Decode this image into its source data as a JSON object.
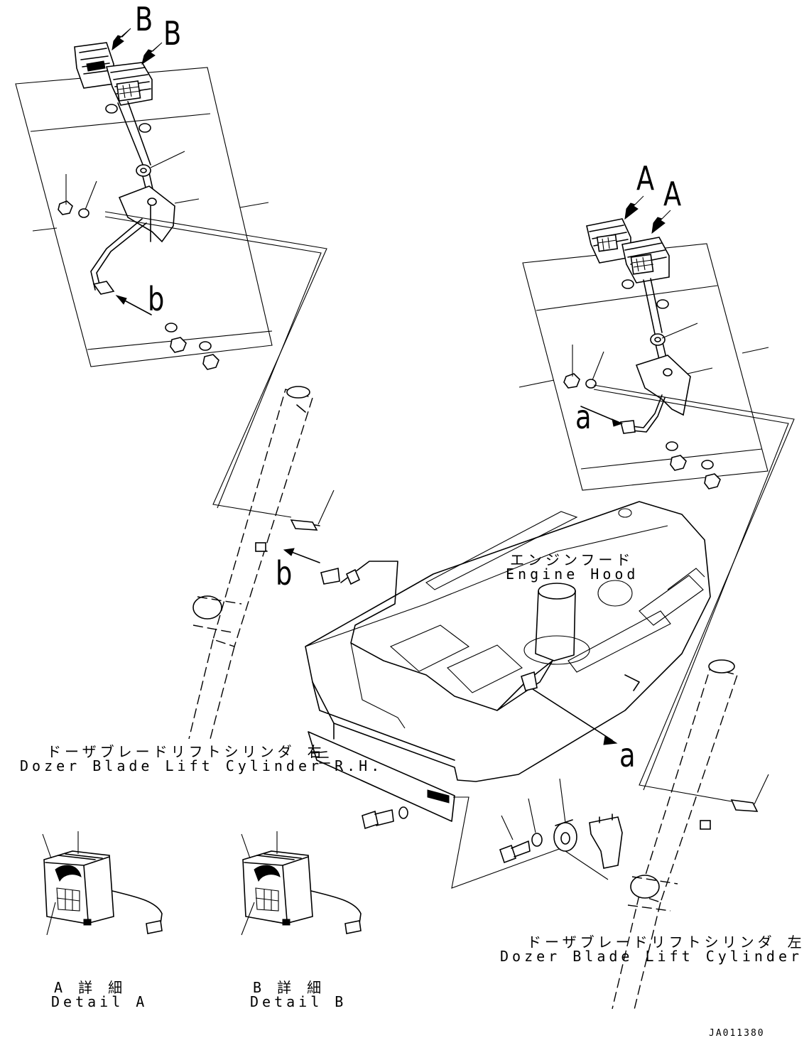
{
  "view_letters": {
    "b1": "B",
    "b2": "B",
    "a1": "A",
    "a2": "A",
    "b_small_upper": "b",
    "b_small_lower": "b",
    "a_small_upper": "a",
    "a_small_lower": "a"
  },
  "labels": {
    "engine_hood_jp": "エンジンフード",
    "engine_hood_en": "Engine Hood",
    "cyl_rh_jp": "ドーザブレードリフトシリンダ 右",
    "cyl_rh_en": "Dozer Blade Lift Cylinder R.H.",
    "cyl_lh_jp": "ドーザブレードリフトシリンダ 左",
    "cyl_lh_en": "Dozer Blade Lift Cylinder L.H.",
    "detail_a_jp": "A 詳 細",
    "detail_a_en": "Detail A",
    "detail_b_jp": "B 詳 細",
    "detail_b_en": "Detail B",
    "drawing_code": "JA011380"
  }
}
